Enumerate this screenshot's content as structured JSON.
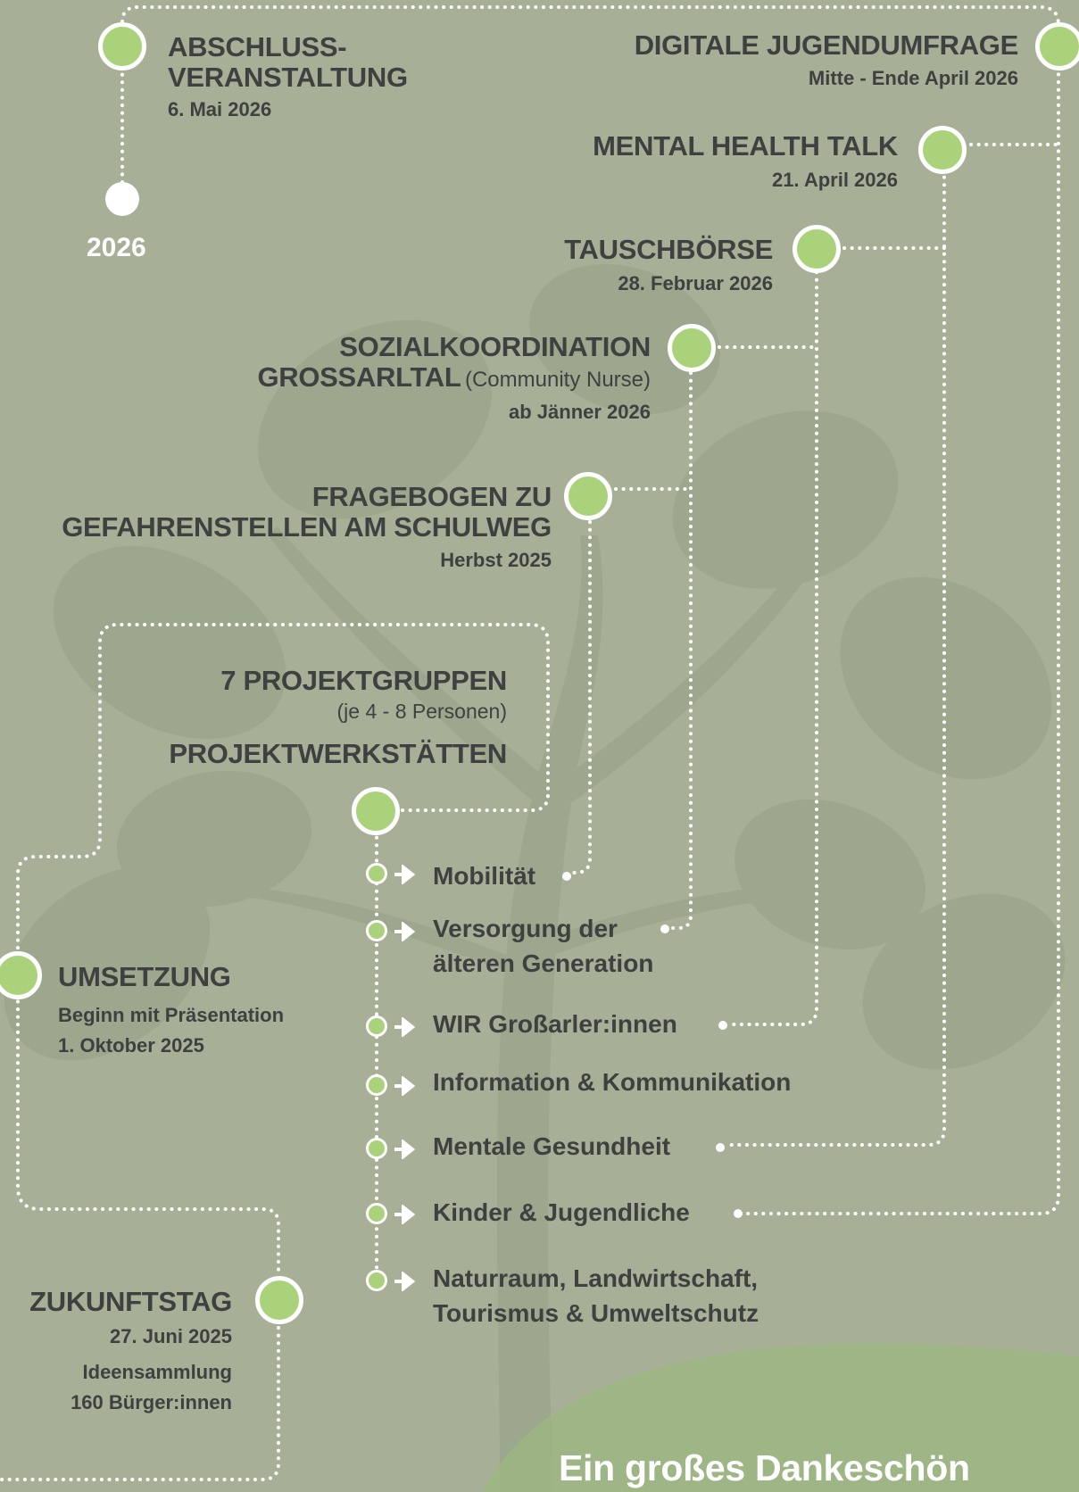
{
  "milestones": {
    "abschluss": {
      "title_1": "ABSCHLUSS-",
      "title_2": "VERANSTALTUNG",
      "date": "6. Mai 2026"
    },
    "year": "2026",
    "jugendumfrage": {
      "title": "DIGITALE JUGENDUMFRAGE",
      "date": "Mitte - Ende April 2026"
    },
    "mental_talk": {
      "title": "MENTAL HEALTH TALK",
      "date": "21. April 2026"
    },
    "tauschboerse": {
      "title": "TAUSCHBÖRSE",
      "date": "28. Februar 2026"
    },
    "sozial": {
      "title_1": "SOZIALKOORDINATION",
      "title_2": "GROSSARLTAL",
      "note": "(Community Nurse)",
      "date": "ab Jänner 2026"
    },
    "fragebogen": {
      "title_1": "FRAGEBOGEN ZU",
      "title_2": "GEFAHRENSTELLEN AM SCHULWEG",
      "date": "Herbst 2025"
    },
    "projektgruppen": {
      "title": "7 PROJEKTGRUPPEN",
      "note": "(je 4 - 8 Personen)",
      "subtitle": "PROJEKTWERKSTÄTTEN"
    },
    "umsetzung": {
      "title": "UMSETZUNG",
      "line_1": "Beginn mit Präsentation",
      "line_2": "1. Oktober 2025"
    },
    "zukunftstag": {
      "title": "ZUKUNFTSTAG",
      "date": "27. Juni 2025",
      "line_1": "Ideensammlung",
      "line_2": "160 Bürger:innen"
    }
  },
  "groups": [
    "Mobilität",
    "Versorgung der",
    "älteren Generation",
    "WIR Großarler:innen",
    "Information & Kommunikation",
    "Mentale Gesundheit",
    "Kinder & Jugendliche",
    "Naturraum, Landwirtschaft,",
    "Tourismus & Umweltschutz"
  ],
  "footer": {
    "thanks": "Ein großes Dankeschön"
  },
  "colors": {
    "background": "#a7b096",
    "node_fill": "#a9d27a",
    "line": "#ffffff",
    "text": "#3f4040"
  }
}
